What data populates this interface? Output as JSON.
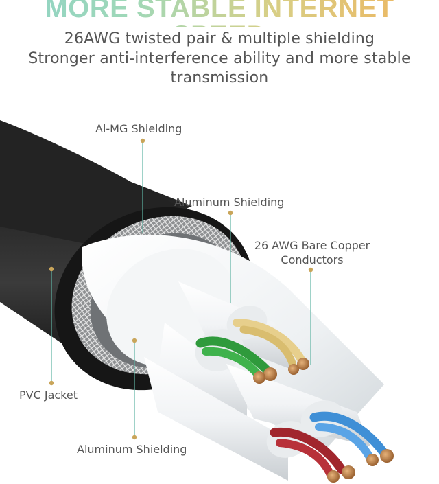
{
  "header": {
    "title": "MORE STABLE INTERNET SPEED",
    "subtitle_lines": [
      "26AWG twisted pair & multiple shielding",
      "Stronger anti-interference ability and more stable",
      "transmission"
    ]
  },
  "labels": {
    "almg_shielding": "Al-MG Shielding",
    "aluminum_shielding_inner": "Aluminum Shielding",
    "copper_line1": "26 AWG Bare Copper",
    "copper_line2": "Conductors",
    "pvc_jacket": "PVC Jacket",
    "aluminum_shielding_outer": "Aluminum Shielding"
  },
  "colors": {
    "title_gradient": [
      "#8fd3c6",
      "#f0b35c"
    ],
    "leader_line": "#5fb3a3",
    "leader_dot": "#c9a55a",
    "jacket": "#1b1b1b",
    "pair_green": "#2f9a3c",
    "pair_yellow": "#e7cf8c",
    "pair_blue": "#3f8fd6",
    "pair_red": "#a1262d",
    "copper": "#c58a4b"
  }
}
